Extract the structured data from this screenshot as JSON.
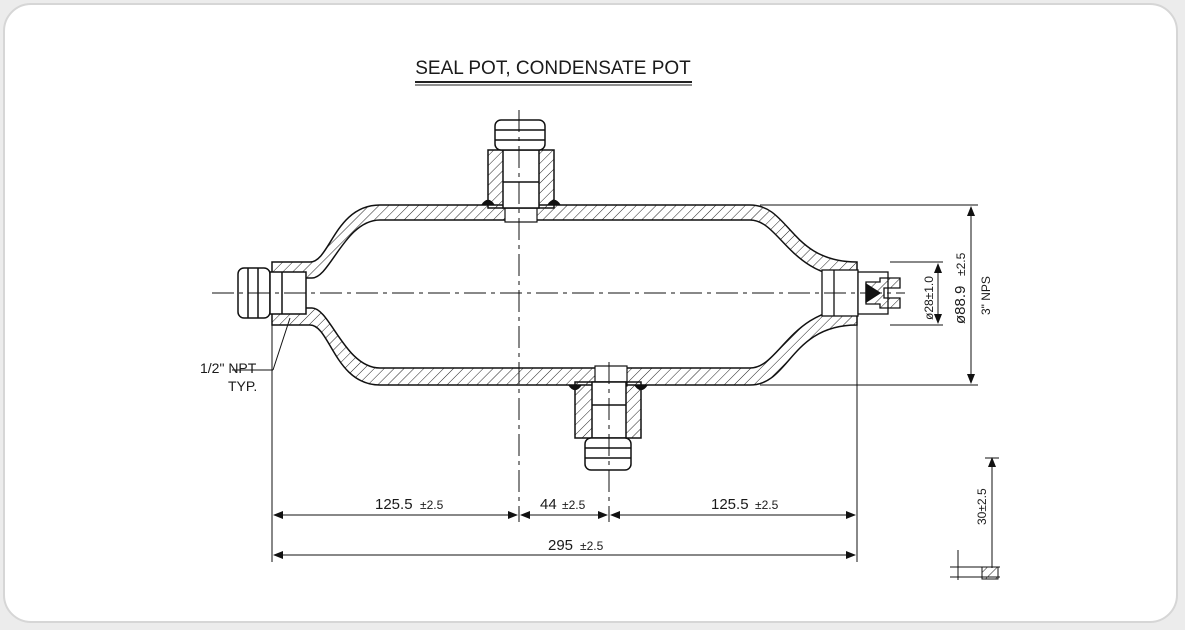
{
  "title": "SEAL POT, CONDENSATE POT",
  "dimensions": {
    "left_length": {
      "value": "125.5",
      "tol": "±2.5"
    },
    "mid_offset": {
      "value": "44",
      "tol": "±2.5"
    },
    "right_length": {
      "value": "125.5",
      "tol": "±2.5"
    },
    "overall_length": {
      "value": "295",
      "tol": "±2.5"
    },
    "outer_diameter": {
      "value": "ø88.9",
      "tol": "±2.5"
    },
    "pipe_size": "3\" NPS",
    "inner_diameter": "ø28±1.0",
    "stand_height": "30±2.5"
  },
  "notes": {
    "thread_line1": "1/2\" NPT",
    "thread_line2": "TYP."
  }
}
